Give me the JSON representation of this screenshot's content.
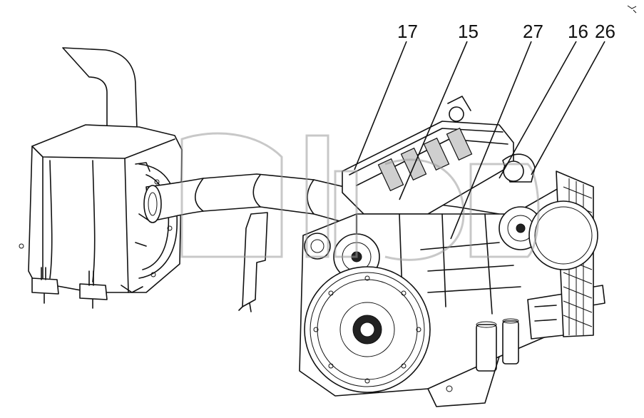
{
  "callouts": [
    {
      "id": "17",
      "label": "17"
    },
    {
      "id": "15",
      "label": "15"
    },
    {
      "id": "27",
      "label": "27"
    },
    {
      "id": "16",
      "label": "16"
    },
    {
      "id": "26",
      "label": "26"
    }
  ],
  "watermark_text": "atlas",
  "colors": {
    "line": "#111111",
    "background": "#ffffff",
    "watermark": "#9a9a9a"
  }
}
